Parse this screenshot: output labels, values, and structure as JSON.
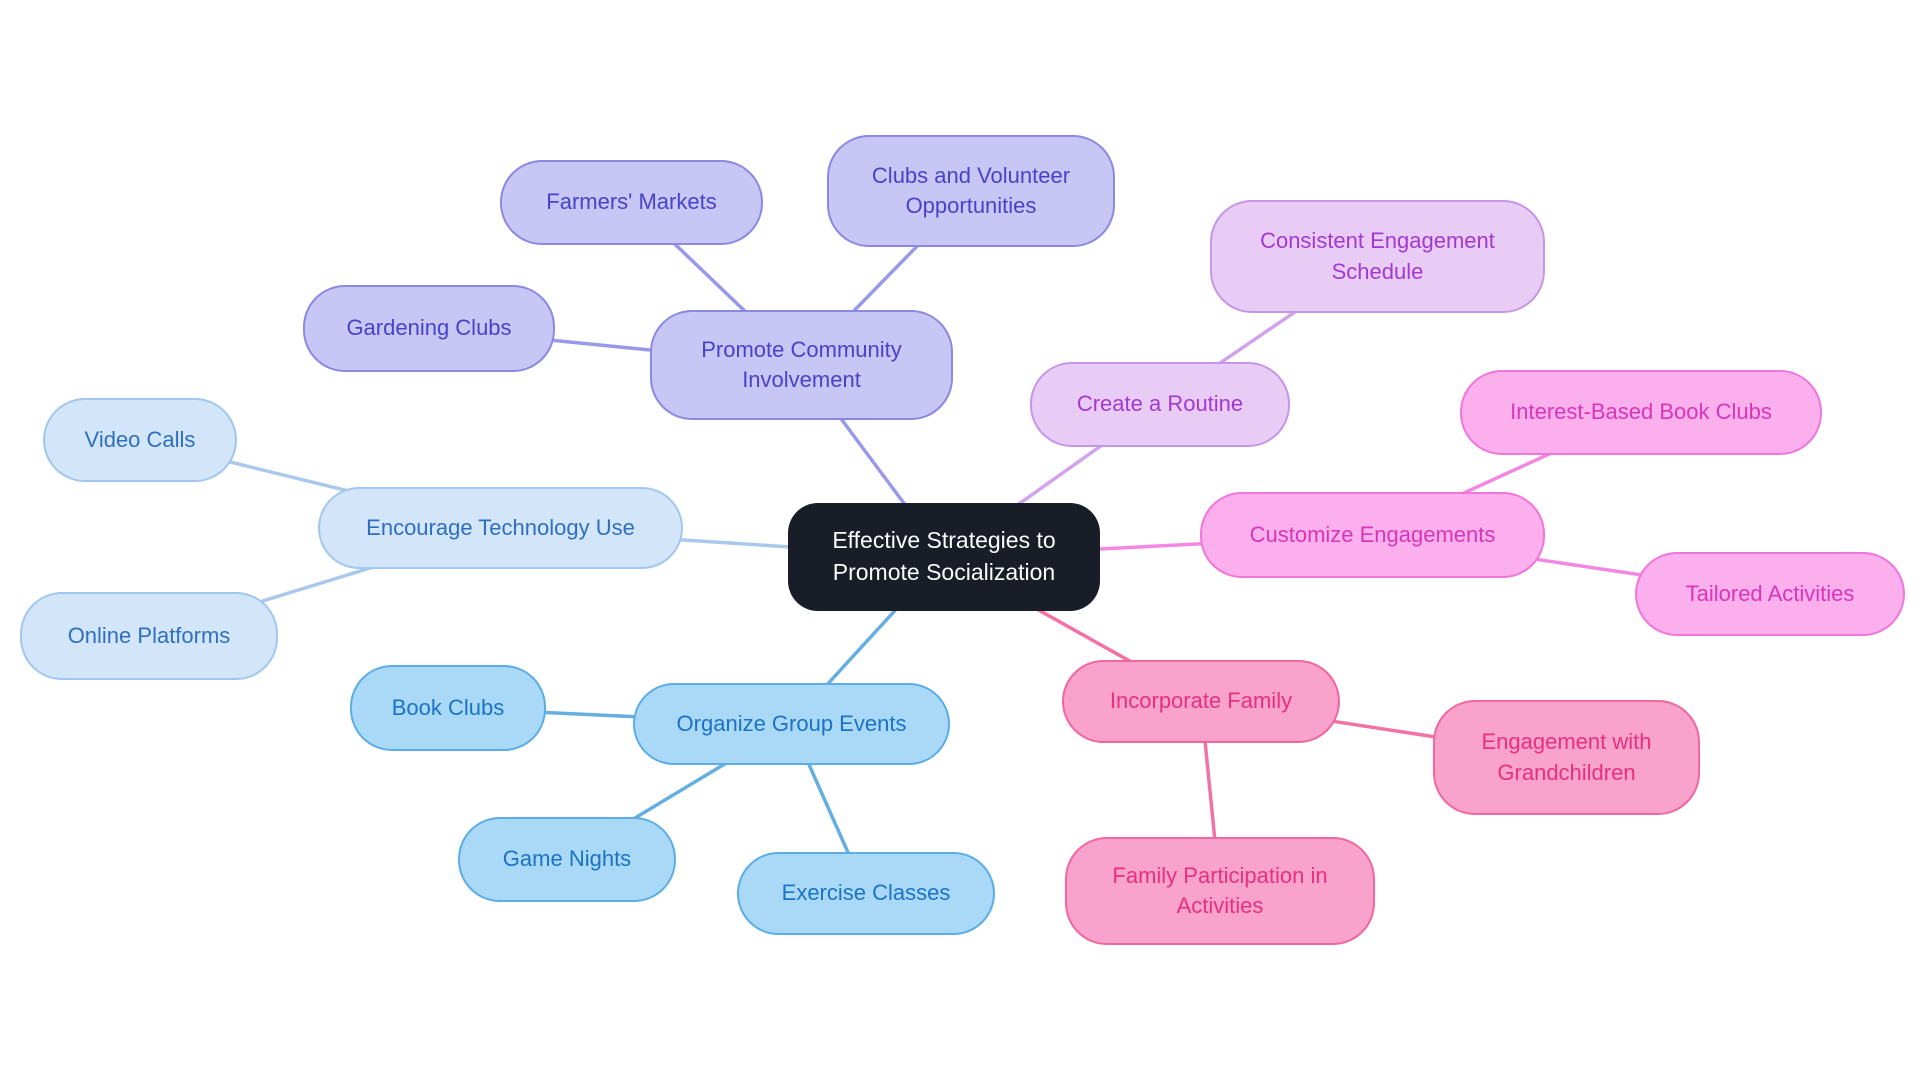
{
  "diagram": {
    "type": "mindmap",
    "central": {
      "label": "Effective Strategies to Promote Socialization",
      "colors": {
        "fill": "#181d28",
        "text": "#fafbfd"
      }
    },
    "branches": [
      {
        "label": "Promote Community Involvement",
        "colors": {
          "fill": "#c7c6f4",
          "border": "#8b89e2",
          "text": "#4a42c9",
          "edge": "#9a98e8"
        },
        "children": [
          {
            "label": "Farmers' Markets"
          },
          {
            "label": "Clubs and Volunteer Opportunities"
          },
          {
            "label": "Gardening Clubs"
          }
        ]
      },
      {
        "label": "Create a Routine",
        "colors": {
          "fill": "#e8ccf6",
          "border": "#c795e8",
          "text": "#a438d2",
          "edge": "#d0a3ec"
        },
        "children": [
          {
            "label": "Consistent Engagement Schedule"
          }
        ]
      },
      {
        "label": "Customize Engagements",
        "colors": {
          "fill": "#fbafec",
          "border": "#f175dc",
          "text": "#d935b8",
          "edge": "#f387e2"
        },
        "children": [
          {
            "label": "Interest-Based Book Clubs"
          },
          {
            "label": "Tailored Activities"
          }
        ]
      },
      {
        "label": "Incorporate Family",
        "colors": {
          "fill": "#f9a2cc",
          "border": "#f1679e",
          "text": "#e73080",
          "edge": "#f372a6"
        },
        "children": [
          {
            "label": "Engagement with Grandchildren"
          },
          {
            "label": "Family Participation in Activities"
          }
        ]
      },
      {
        "label": "Organize Group Events",
        "colors": {
          "fill": "#a9d9f7",
          "border": "#5cade6",
          "text": "#1b73c6",
          "edge": "#64aee0"
        },
        "children": [
          {
            "label": "Book Clubs"
          },
          {
            "label": "Game Nights"
          },
          {
            "label": "Exercise Classes"
          }
        ]
      },
      {
        "label": "Encourage Technology Use",
        "colors": {
          "fill": "#d3e6f9",
          "border": "#a2c7ee",
          "text": "#2e6fc2",
          "edge": "#a9c9ec"
        },
        "children": [
          {
            "label": "Video Calls"
          },
          {
            "label": "Online Platforms"
          }
        ]
      }
    ]
  }
}
